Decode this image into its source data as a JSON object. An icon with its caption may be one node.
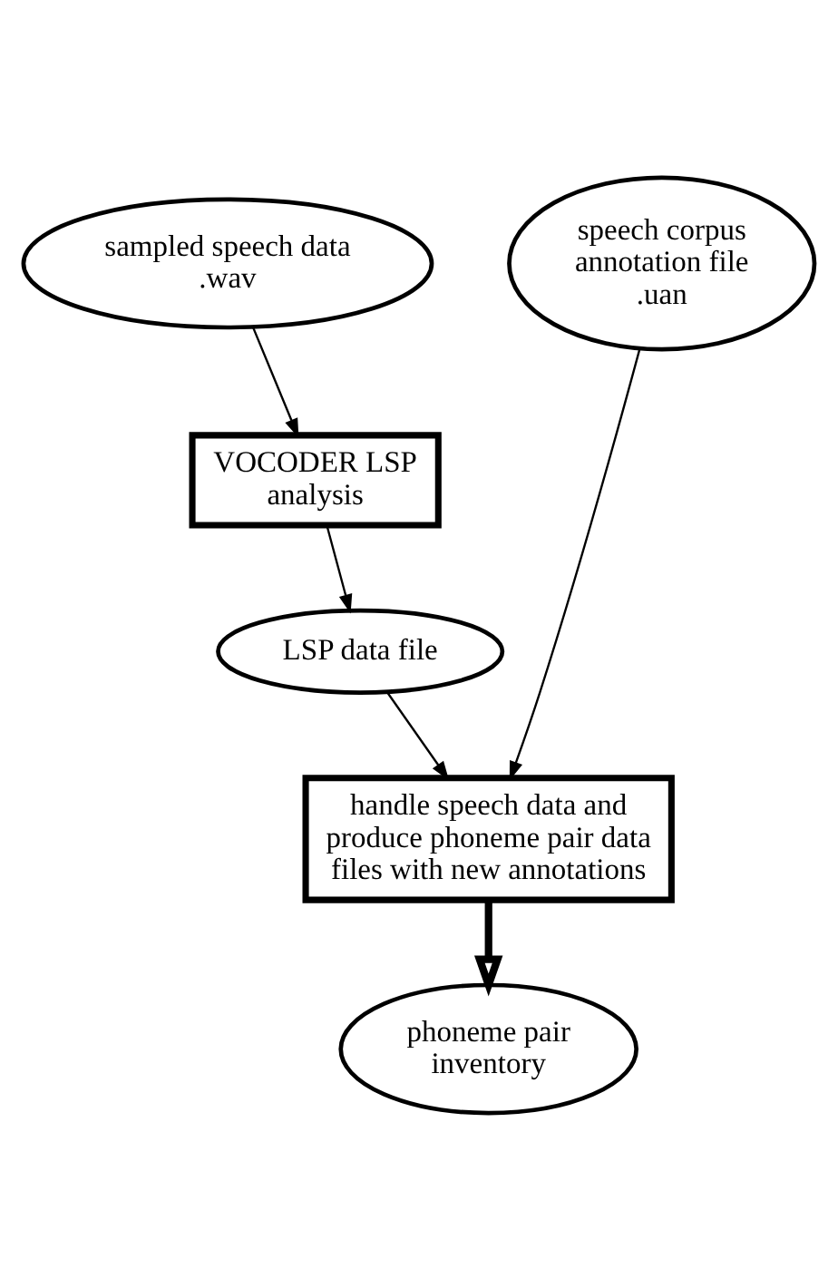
{
  "diagram": {
    "nodes": [
      {
        "text": [
          "sampled speech data .wav"
        ]
      },
      {
        "text": [
          "speech corpus annotation file .uan"
        ]
      },
      {
        "text": [
          "VOCODER LSP analysis"
        ]
      },
      {
        "text": [
          "LSP data file"
        ]
      },
      {
        "text": [
          "handle speech data and produce phoneme pair data files with new annotations"
        ]
      },
      {
        "text": [
          "phoneme pair inventory"
        ]
      }
    ],
    "edges": [
      {
        "from": 0,
        "to": 2,
        "arrow": "to"
      },
      {
        "from": 2,
        "to": 3,
        "arrow": "to"
      },
      {
        "from": 3,
        "to": 4,
        "arrow": "to"
      },
      {
        "from": 1,
        "to": 4,
        "arrow": "to"
      },
      {
        "from": 4,
        "to": 5,
        "arrow": "to",
        "style": "thick"
      }
    ]
  }
}
